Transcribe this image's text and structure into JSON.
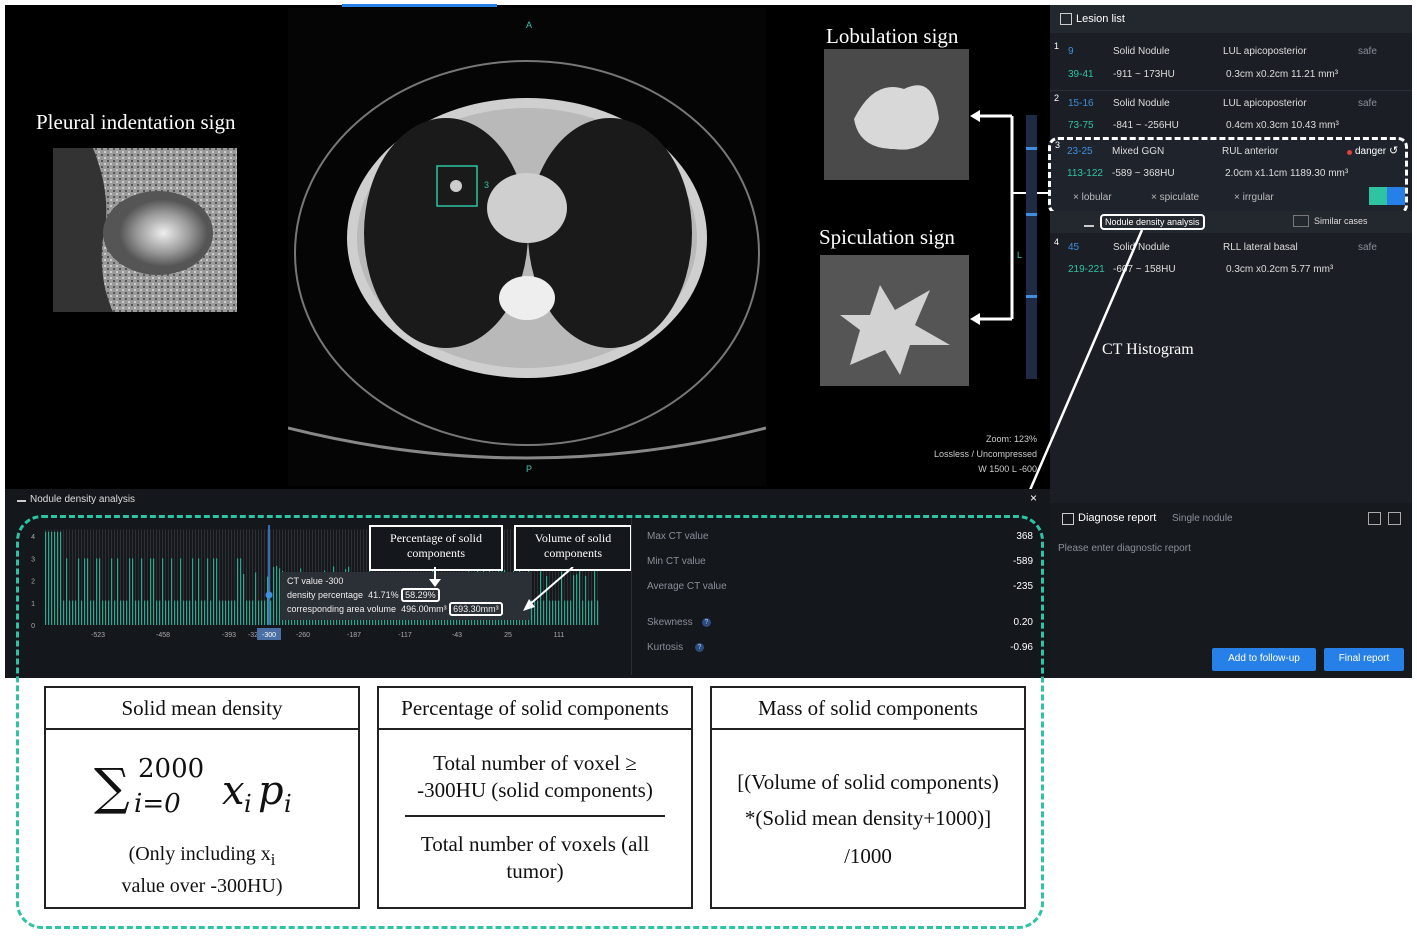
{
  "viewer": {
    "orient_top": "A",
    "orient_bottom": "P",
    "orient_right": "L",
    "lesion_marker": "3",
    "zoom": "Zoom: 123%",
    "compression": "Lossless / Uncompressed",
    "window": "W 1500 L -600"
  },
  "annotations": {
    "pleural": "Pleural indentation sign",
    "lobulation": "Lobulation sign",
    "spiculation": "Spiculation sign",
    "ct_histogram": "CT Histogram"
  },
  "lesion_list": {
    "title": "Lesion list",
    "items": [
      {
        "index": "1",
        "id": "9",
        "type": "Solid Nodule",
        "location": "LUL apicoposterior",
        "risk": "safe",
        "slices": "39-41",
        "hu": "-911 ~ 173HU",
        "size": "0.3cm x0.2cm 11.21 mm³"
      },
      {
        "index": "2",
        "id": "15-16",
        "type": "Solid Nodule",
        "location": "LUL apicoposterior",
        "risk": "safe",
        "slices": "73-75",
        "hu": "-841 ~ -256HU",
        "size": "0.4cm x0.3cm 10.43 mm³"
      },
      {
        "index": "3",
        "id": "23-25",
        "type": "Mixed GGN",
        "location": "RUL anterior",
        "risk": "danger",
        "slices": "113-122",
        "hu": "-589 ~ 368HU",
        "size": "2.0cm x1.1cm 1189.30 mm³"
      },
      {
        "index": "4",
        "id": "45",
        "type": "Solid Nodule",
        "location": "RLL lateral basal",
        "risk": "safe",
        "slices": "219-221",
        "hu": "-607 ~ 158HU",
        "size": "0.3cm x0.2cm 5.77 mm³"
      }
    ],
    "tags": [
      "lobular",
      "spiculate",
      "irrgular"
    ],
    "tab_density": "Nodule density analysis",
    "tab_similar": "Similar cases"
  },
  "density": {
    "title": "Nodule density analysis",
    "close": "×",
    "tooltip": {
      "ct_value": "CT value    -300",
      "density_label": "density percentage",
      "density_val": "41.71%",
      "density_box": "58.29%",
      "area_label": "corresponding area volume",
      "area_val": "496.00mm³",
      "area_box": "693.30mm³"
    },
    "callout_pct": "Percentage of solid components",
    "callout_vol": "Volume of solid components",
    "stats": [
      {
        "label": "Max CT value",
        "value": "368"
      },
      {
        "label": "Min CT value",
        "value": "-589"
      },
      {
        "label": "Average CT value",
        "value": "-235"
      },
      {
        "label": "Skewness",
        "value": "0.20"
      },
      {
        "label": "Kurtosis",
        "value": "-0.96"
      }
    ]
  },
  "chart_data": {
    "type": "bar",
    "x_ticks": [
      "-523",
      "-458",
      "-393",
      "-32",
      "-300",
      "-260",
      "-187",
      "-117",
      "-43",
      "25",
      "111"
    ],
    "y_ticks": [
      "0",
      "1",
      "2",
      "3",
      "4"
    ],
    "ylim": [
      0,
      4.5
    ],
    "highlight_x": "-300"
  },
  "report": {
    "title": "Diagnose report",
    "mode": "Single nodule",
    "placeholder": "Please enter diagnostic report",
    "follow_up": "Add to follow-up",
    "final": "Final report"
  },
  "formulas": {
    "mean_title": "Solid mean density",
    "mean_note_1": "(Only including x",
    "mean_note_sub": "i",
    "mean_note_2": "value over -300HU)",
    "pct_title": "Percentage of solid components",
    "pct_num": "Total number of voxel ≥ -300HU (solid components)",
    "pct_den": "Total number of voxels (all tumor)",
    "mass_title": "Mass of solid components",
    "mass_1": "[(Volume of solid components)",
    "mass_2": "*(Solid mean density+1000)]",
    "mass_3": "/1000"
  },
  "colors": {
    "teal": "#2ec3a3",
    "blue": "#2680e8",
    "danger": "#e04040"
  }
}
